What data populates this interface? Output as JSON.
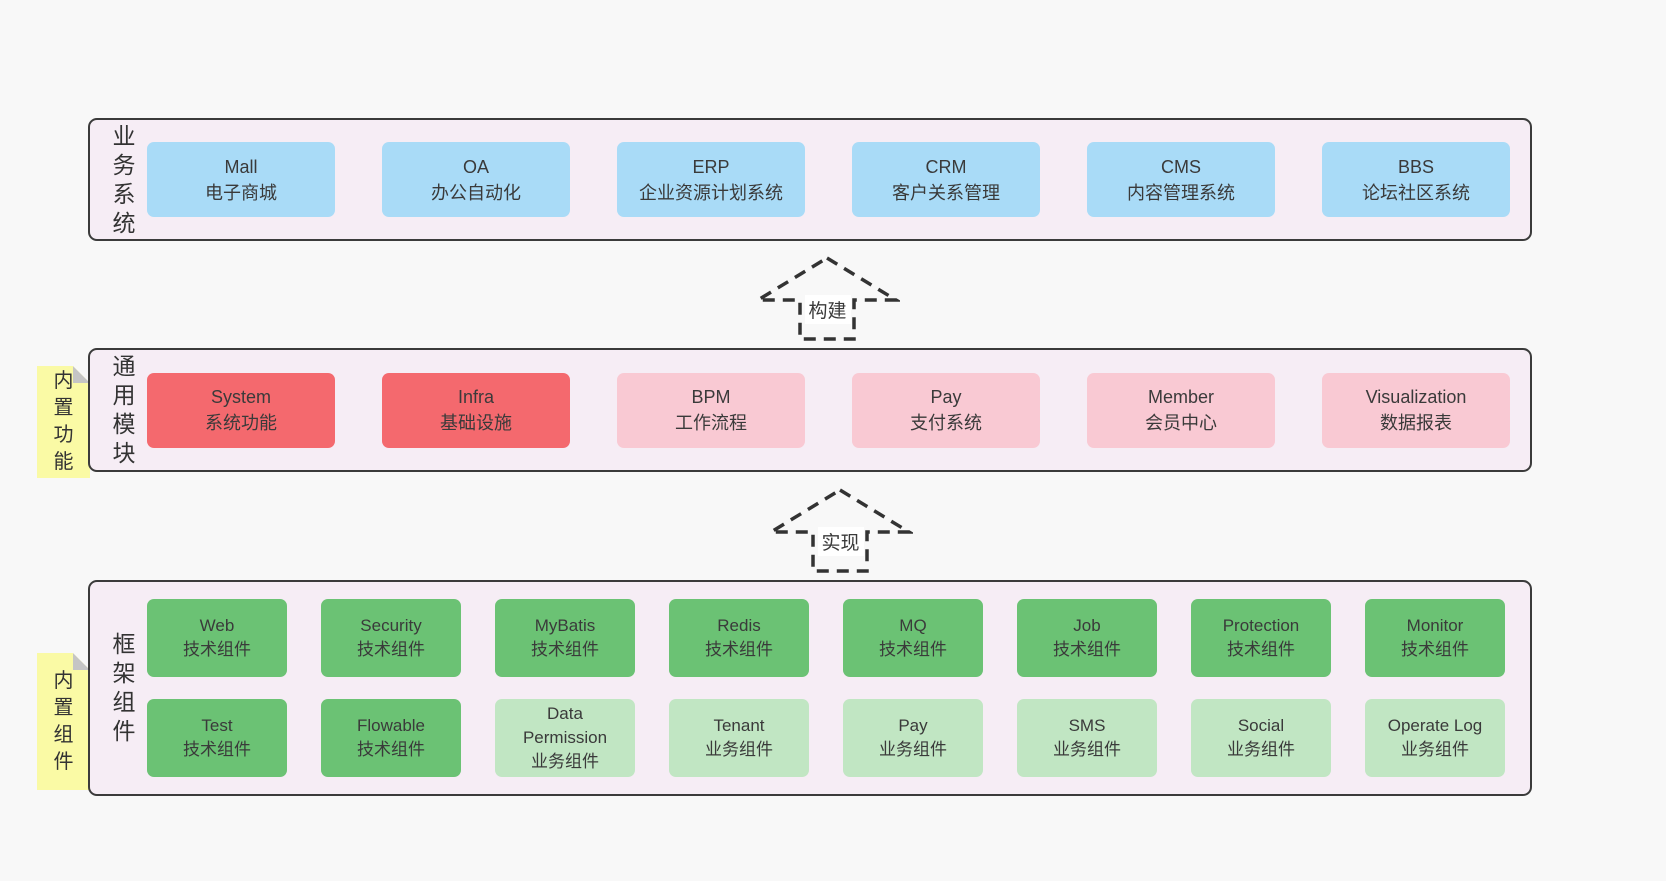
{
  "colors": {
    "page_bg": "#f8f8f8",
    "panel_bg": "#f6edf5",
    "panel_border": "#3b3b3b",
    "box_blue": "#a9dbf7",
    "box_red": "#f4696e",
    "box_pink": "#f9c9d3",
    "box_green": "#6bc274",
    "box_light_green": "#c1e6c3",
    "tag_yellow": "#fafaa5",
    "fold_gray": "#c5c5c5",
    "arrow_dash": "#333333"
  },
  "arrows": [
    {
      "label": "构建"
    },
    {
      "label": "实现"
    }
  ],
  "bands": [
    {
      "label": "业\n务\n系\n统",
      "boxes": [
        {
          "name": "Mall",
          "desc": "电子商城"
        },
        {
          "name": "OA",
          "desc": "办公自动化"
        },
        {
          "name": "ERP",
          "desc": "企业资源计划系统"
        },
        {
          "name": "CRM",
          "desc": "客户关系管理"
        },
        {
          "name": "CMS",
          "desc": "内容管理系统"
        },
        {
          "name": "BBS",
          "desc": "论坛社区系统"
        }
      ]
    },
    {
      "label": "通\n用\n模\n块",
      "tag": "内\n置\n功\n能",
      "boxes": [
        {
          "name": "System",
          "desc": "系统功能"
        },
        {
          "name": "Infra",
          "desc": "基础设施"
        },
        {
          "name": "BPM",
          "desc": "工作流程"
        },
        {
          "name": "Pay",
          "desc": "支付系统"
        },
        {
          "name": "Member",
          "desc": "会员中心"
        },
        {
          "name": "Visualization",
          "desc": "数据报表"
        }
      ]
    },
    {
      "label": "框\n架\n组\n件",
      "tag": "内\n置\n组\n件",
      "rows": [
        [
          {
            "name": "Web",
            "desc": "技术组件"
          },
          {
            "name": "Security",
            "desc": "技术组件"
          },
          {
            "name": "MyBatis",
            "desc": "技术组件"
          },
          {
            "name": "Redis",
            "desc": "技术组件"
          },
          {
            "name": "MQ",
            "desc": "技术组件"
          },
          {
            "name": "Job",
            "desc": "技术组件"
          },
          {
            "name": "Protection",
            "desc": "技术组件"
          },
          {
            "name": "Monitor",
            "desc": "技术组件"
          }
        ],
        [
          {
            "name": "Test",
            "desc": "技术组件"
          },
          {
            "name": "Flowable",
            "desc": "技术组件"
          },
          {
            "name": "Data Permission",
            "desc": "业务组件"
          },
          {
            "name": "Tenant",
            "desc": "业务组件"
          },
          {
            "name": "Pay",
            "desc": "业务组件"
          },
          {
            "name": "SMS",
            "desc": "业务组件"
          },
          {
            "name": "Social",
            "desc": "业务组件"
          },
          {
            "name": "Operate Log",
            "desc": "业务组件"
          }
        ]
      ]
    }
  ]
}
